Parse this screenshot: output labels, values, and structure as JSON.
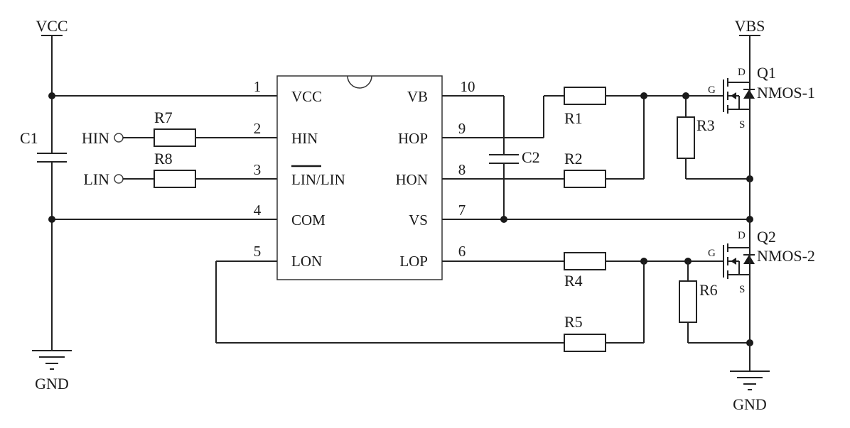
{
  "ic": {
    "pins_left": [
      {
        "num": "1",
        "name": "VCC"
      },
      {
        "num": "2",
        "name": "HIN"
      },
      {
        "num": "3",
        "name": "LIN/LIN"
      },
      {
        "num": "4",
        "name": "COM"
      },
      {
        "num": "5",
        "name": "LON"
      }
    ],
    "pins_right": [
      {
        "num": "10",
        "name": "VB"
      },
      {
        "num": "9",
        "name": "HOP"
      },
      {
        "num": "8",
        "name": "HON"
      },
      {
        "num": "7",
        "name": "VS"
      },
      {
        "num": "6",
        "name": "LOP"
      }
    ]
  },
  "power": {
    "vcc": "VCC",
    "vbs": "VBS",
    "gnd_left": "GND",
    "gnd_right": "GND"
  },
  "inputs": {
    "hin": "HIN",
    "lin": "LIN"
  },
  "components": {
    "c1": "C1",
    "c2": "C2",
    "r1": "R1",
    "r2": "R2",
    "r3": "R3",
    "r4": "R4",
    "r5": "R5",
    "r6": "R6",
    "r7": "R7",
    "r8": "R8"
  },
  "mosfets": {
    "q1": {
      "ref": "Q1",
      "part": "NMOS-1",
      "d": "D",
      "g": "G",
      "s": "S"
    },
    "q2": {
      "ref": "Q2",
      "part": "NMOS-2",
      "d": "D",
      "g": "G",
      "s": "S"
    }
  }
}
